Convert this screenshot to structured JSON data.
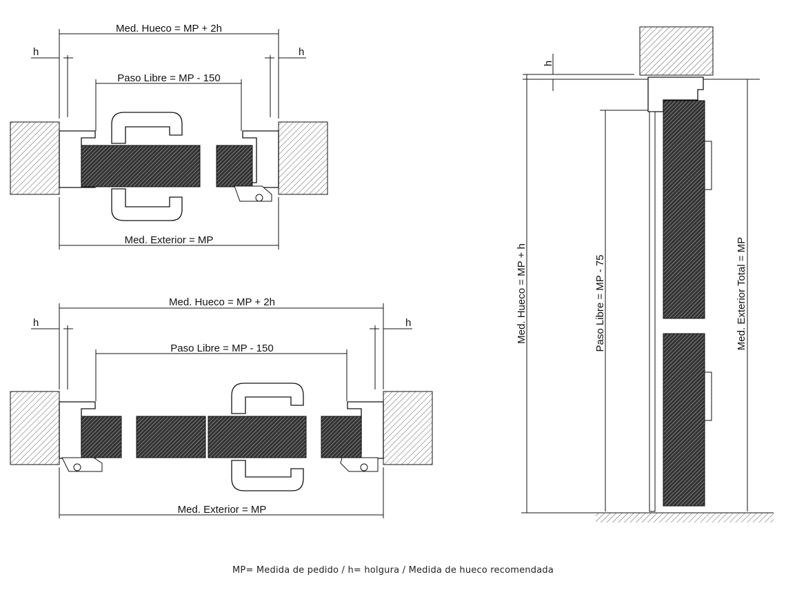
{
  "top_plan": {
    "hueco_label": "Med. Hueco = MP + 2h",
    "paso_label": "Paso Libre = MP - 150",
    "exterior_label": "Med. Exterior = MP",
    "h_left": "h",
    "h_right": "h"
  },
  "bottom_plan": {
    "hueco_label": "Med. Hueco = MP + 2h",
    "paso_label": "Paso Libre = MP - 150",
    "exterior_label": "Med. Exterior = MP",
    "h_left": "h",
    "h_right": "h"
  },
  "section": {
    "h_label": "h",
    "hueco_label": "Med. Hueco = MP + h",
    "paso_label": "Paso Libre = MP - 75",
    "exterior_label": "Med. Exterior Total = MP"
  },
  "caption": "MP= Medida de pedido / h= holgura / Medida de hueco recomendada"
}
